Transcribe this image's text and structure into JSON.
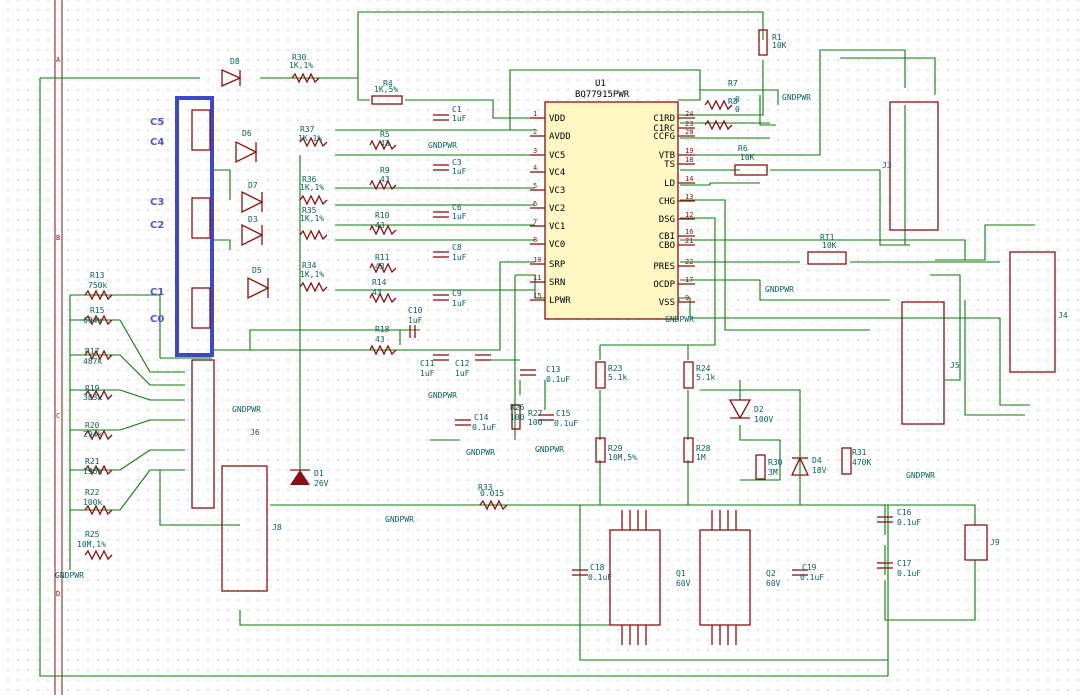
{
  "chip": {
    "ref": "U1",
    "value": "BQ77915PWR",
    "left_pins": [
      {
        "num": "1",
        "name": "VDD"
      },
      {
        "num": "2",
        "name": "AVDD"
      },
      {
        "num": "3",
        "name": "VC5"
      },
      {
        "num": "4",
        "name": "VC4"
      },
      {
        "num": "5",
        "name": "VC3"
      },
      {
        "num": "6",
        "name": "VC2"
      },
      {
        "num": "7",
        "name": "VC1"
      },
      {
        "num": "8",
        "name": "VC0"
      },
      {
        "num": "10",
        "name": "SRP"
      },
      {
        "num": "11",
        "name": "SRN"
      },
      {
        "num": "15",
        "name": "LPWR"
      }
    ],
    "right_pins": [
      {
        "num": "24",
        "name": "C1RD"
      },
      {
        "num": "23",
        "name": "C1RC"
      },
      {
        "num": "20",
        "name": "CCFG"
      },
      {
        "num": "19",
        "name": "VTB"
      },
      {
        "num": "18",
        "name": "TS"
      },
      {
        "num": "14",
        "name": "LD"
      },
      {
        "num": "13",
        "name": "CHG"
      },
      {
        "num": "12",
        "name": "DSG"
      },
      {
        "num": "16",
        "name": "CBI"
      },
      {
        "num": "21",
        "name": "CBO"
      },
      {
        "num": "22",
        "name": "PRES"
      },
      {
        "num": "17",
        "name": "OCDP"
      },
      {
        "num": "9",
        "name": "VSS"
      }
    ]
  },
  "cell_labels": [
    "C5",
    "C4",
    "C3",
    "C2",
    "C1",
    "C0"
  ],
  "resistors": [
    {
      "ref": "R30",
      "value": "1K,1%"
    },
    {
      "ref": "R4",
      "value": "1K,5%"
    },
    {
      "ref": "R37",
      "value": "1K,1%"
    },
    {
      "ref": "R5",
      "value": "43"
    },
    {
      "ref": "R9",
      "value": "43"
    },
    {
      "ref": "R36",
      "value": "1K,1%"
    },
    {
      "ref": "R35",
      "value": "1K,1%"
    },
    {
      "ref": "R10",
      "value": "43"
    },
    {
      "ref": "R11",
      "value": "43"
    },
    {
      "ref": "R34",
      "value": "1K,1%"
    },
    {
      "ref": "R14",
      "value": "43"
    },
    {
      "ref": "R18",
      "value": "43"
    },
    {
      "ref": "R13",
      "value": "750k"
    },
    {
      "ref": "R15",
      "value": "604k"
    },
    {
      "ref": "R17",
      "value": "487k"
    },
    {
      "ref": "R19",
      "value": "383k"
    },
    {
      "ref": "R20",
      "value": "294k"
    },
    {
      "ref": "R21",
      "value": "196k"
    },
    {
      "ref": "R22",
      "value": "100k"
    },
    {
      "ref": "R25",
      "value": "10M,1%"
    },
    {
      "ref": "R1",
      "value": "10K"
    },
    {
      "ref": "R7",
      "value": "0"
    },
    {
      "ref": "R8",
      "value": "0"
    },
    {
      "ref": "R6",
      "value": "10K"
    },
    {
      "ref": "R23",
      "value": "5.1k"
    },
    {
      "ref": "R24",
      "value": "5.1k"
    },
    {
      "ref": "R29",
      "value": "10M,5%"
    },
    {
      "ref": "R28",
      "value": "1M"
    },
    {
      "ref": "R30",
      "value": "3M"
    },
    {
      "ref": "R31",
      "value": "470K"
    },
    {
      "ref": "R33",
      "value": "0.015"
    },
    {
      "ref": "R26",
      "value": "100"
    },
    {
      "ref": "R27",
      "value": "100"
    },
    {
      "ref": "RT1",
      "value": "10K"
    }
  ],
  "capacitors": [
    {
      "ref": "C1",
      "value": "1uF"
    },
    {
      "ref": "C3",
      "value": "1uF"
    },
    {
      "ref": "C6",
      "value": "1uF"
    },
    {
      "ref": "C8",
      "value": "1uF"
    },
    {
      "ref": "C9",
      "value": "1uF"
    },
    {
      "ref": "C10",
      "value": "1uF"
    },
    {
      "ref": "C11",
      "value": "1uF"
    },
    {
      "ref": "C12",
      "value": "1uF"
    },
    {
      "ref": "C13",
      "value": "0.1uF"
    },
    {
      "ref": "C14",
      "value": "0.1uF"
    },
    {
      "ref": "C15",
      "value": "0.1uF"
    },
    {
      "ref": "C16",
      "value": "0.1uF"
    },
    {
      "ref": "C17",
      "value": "0.1uF"
    },
    {
      "ref": "C18",
      "value": "0.1uF"
    },
    {
      "ref": "C19",
      "value": "0.1uF"
    }
  ],
  "diodes": [
    {
      "ref": "D8"
    },
    {
      "ref": "D6"
    },
    {
      "ref": "D7"
    },
    {
      "ref": "D3"
    },
    {
      "ref": "D5"
    },
    {
      "ref": "D1",
      "value": "26V"
    },
    {
      "ref": "D2",
      "value": "100V"
    },
    {
      "ref": "D4",
      "value": "18V"
    }
  ],
  "transistors": [
    {
      "ref": "Q1",
      "value": "60V"
    },
    {
      "ref": "Q2",
      "value": "60V"
    }
  ],
  "connectors": [
    "J3",
    "J4",
    "J5",
    "J6",
    "J8",
    "J9"
  ],
  "net_label": "GNDPWR"
}
